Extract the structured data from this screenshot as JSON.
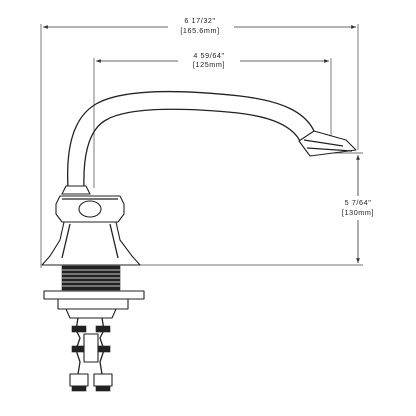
{
  "dimensions": {
    "overall_width": {
      "imperial": "6 17/32\"",
      "metric": "[165.6mm]"
    },
    "spout_reach": {
      "imperial": "4 59/64\"",
      "metric": "[125mm]"
    },
    "spout_height": {
      "imperial": "5 7/64\"",
      "metric": "[130mm]"
    }
  },
  "colors": {
    "line": "#222222",
    "background": "#ffffff"
  }
}
